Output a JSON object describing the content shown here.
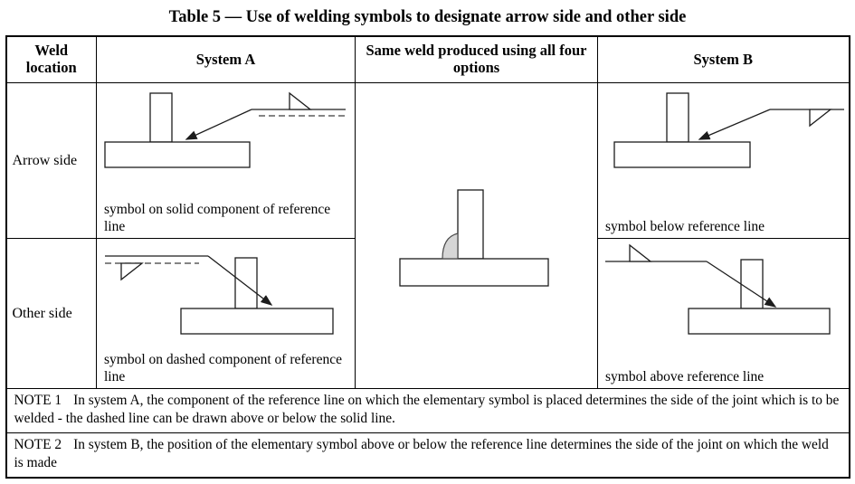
{
  "title": "Table 5 — Use of welding symbols to designate arrow side and other side",
  "headers": {
    "weld_location": "Weld location",
    "system_a": "System A",
    "four_options": "Same weld produced using all four options",
    "system_b": "System B"
  },
  "rows": {
    "arrow_side": {
      "label": "Arrow side",
      "system_a_caption": "symbol on solid component of reference line",
      "system_b_caption": "symbol below reference line"
    },
    "other_side": {
      "label": "Other side",
      "system_a_caption": "symbol on dashed component of reference line",
      "system_b_caption": "symbol above reference line"
    }
  },
  "notes": [
    {
      "label": "NOTE 1",
      "text": "In system A, the component of the reference line on which the elementary symbol is placed determines the side of the joint which is to be welded - the dashed line can be drawn above or below the solid line."
    },
    {
      "label": "NOTE 2",
      "text": "In system B, the position of the elementary symbol above or below the reference line determines the side of the joint on which the weld is made"
    }
  ],
  "diagram_icons": {
    "fillet_weld_symbol": "fillet-weld-triangle",
    "weld_arrow": "arrow-line",
    "reference_line_solid": "solid-line",
    "reference_line_dashed": "dashed-identification-line",
    "t_joint": "t-joint-plates",
    "weld_bead": "shaded-fillet-weld"
  },
  "colors": {
    "border": "#000000",
    "text": "#000000",
    "diagram_line": "#1c1c1c",
    "weld_fill": "#d6d6d6"
  }
}
